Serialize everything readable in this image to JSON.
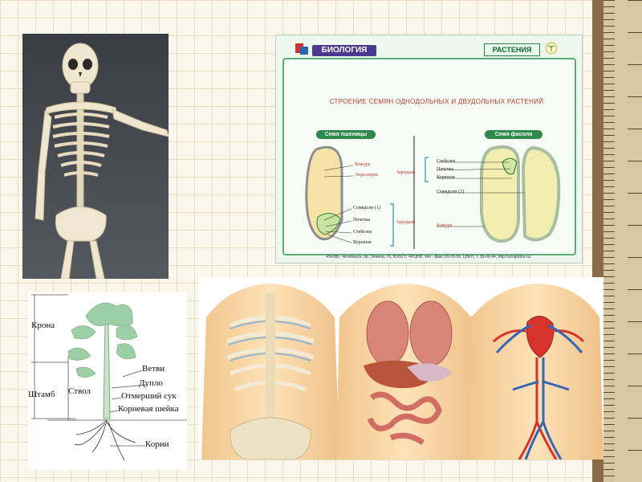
{
  "seeds": {
    "brand": "БИОЛОГИЯ",
    "section": "РАСТЕНИЯ",
    "heading": "СТРОЕНИЕ СЕМЯН ОДНОДОЛЬНЫХ И ДВУДОЛЬНЫХ РАСТЕНИЙ",
    "wheat_title": "Семя пшеницы",
    "bean_title": "Семя фасоли",
    "left_labels": [
      "Кожура",
      "Эндосперм"
    ],
    "left_bracket_labels": [
      "Семядоли (1)",
      "Почечка",
      "Стебелек",
      "Корешок"
    ],
    "center_labels": [
      "Зародыш",
      "Зародыш"
    ],
    "right_bracket_labels": [
      "Стебелек",
      "Почечка",
      "Корешок"
    ],
    "right_labels": [
      "Семядоли (2)",
      "Кожура"
    ],
    "footer": "454080, Челябинск, пр. Ленина, 76, ЮУрГУ, ЧРЦНИ, тел - факс 65-59-50, ЦНИТ, т. 39-09-04, http://szulpribor.ru/"
  },
  "tree": {
    "labels": {
      "crown": "Крона",
      "stem": "Штамб",
      "trunk": "Ствол",
      "branches": "Ветви",
      "hollow": "Дупло",
      "dead_branch": "Отмерший сук",
      "root_collar": "Корневая шейка",
      "roots": "Корни"
    }
  }
}
